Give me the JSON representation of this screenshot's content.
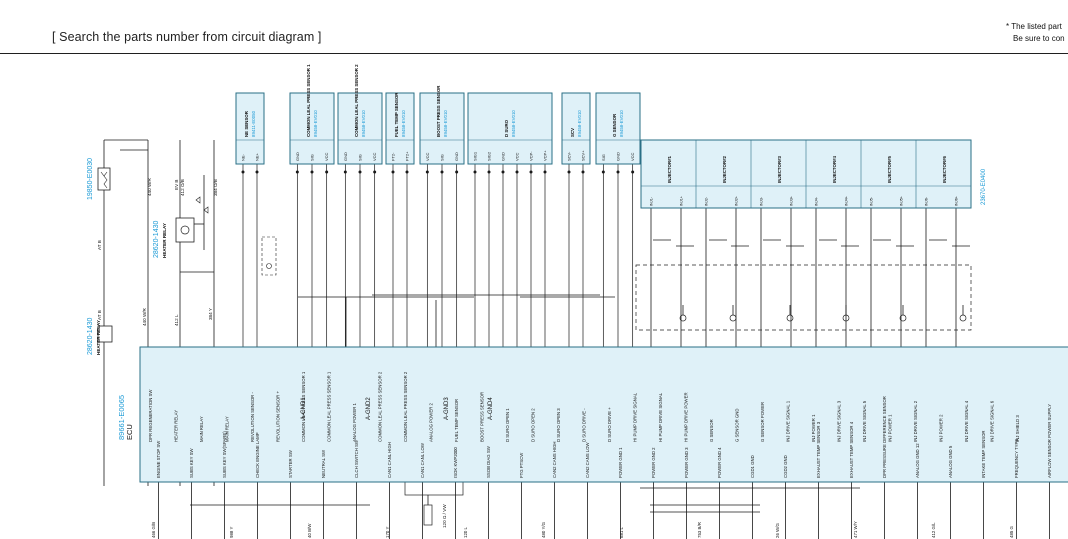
{
  "header": {
    "title": "[ Search the parts number from circuit diagram ]",
    "note_line1": "* The listed part",
    "note_line2": "Be sure to con"
  },
  "colors": {
    "box_fill": "#dff1f8",
    "box_stroke": "#2a6f86",
    "part_number": "#1a9ad6",
    "wire": "#1a1a1a"
  },
  "sensors": [
    {
      "id": "ne",
      "name": "NE SENSOR",
      "part": "89411-E0050",
      "pins": [
        "NE-",
        "NE+"
      ]
    },
    {
      "id": "cr1",
      "name": "COMMON LEAL PRESS SENSOR 1",
      "part": "89458-EV010",
      "pins": [
        "GND",
        "SIG",
        "VCC"
      ]
    },
    {
      "id": "cr2",
      "name": "COMMON LEAL PRESS SENSOR 2",
      "part": "89458-EV010",
      "pins": [
        "GND",
        "SIG",
        "VCC"
      ]
    },
    {
      "id": "fuel",
      "name": "FUEL TEMP SENSOR",
      "part": "89458-EV010",
      "pins": [
        "FT2-",
        "FT2+"
      ]
    },
    {
      "id": "boost",
      "name": "BOOST PRESS SENSOR",
      "part": "89458-EV010",
      "pins": [
        "VCC",
        "SIG",
        "GND"
      ]
    },
    {
      "id": "dsuro",
      "name": "D SURO",
      "part": "89458-EV010",
      "pins": [
        "SIG1",
        "SIG2",
        "GND",
        "VCC",
        "VCP-",
        "VCP+"
      ]
    },
    {
      "id": "scv",
      "name": "SCV",
      "part": "89458-EV010",
      "pins": [
        "SCV-",
        "SCV+"
      ]
    },
    {
      "id": "gsensor",
      "name": "G SENSOR",
      "part": "89458-EV010",
      "pins": [
        "SIG",
        "GND",
        "VCC"
      ]
    }
  ],
  "injectors": {
    "part": "23670-E0400",
    "items": [
      {
        "name": "INJECTOR#1",
        "pins": [
          "INJ1-",
          "INJ1+"
        ]
      },
      {
        "name": "INJECTOR#2",
        "pins": [
          "INJ2-",
          "INJ2+"
        ]
      },
      {
        "name": "INJECTOR#3",
        "pins": [
          "INJ3-",
          "INJ3+"
        ]
      },
      {
        "name": "INJECTOR#4",
        "pins": [
          "INJ4-",
          "INJ4+"
        ]
      },
      {
        "name": "INJECTOR#5",
        "pins": [
          "INJ5-",
          "INJ5+"
        ]
      },
      {
        "name": "INJECTOR#6",
        "pins": [
          "INJ6-",
          "INJ6+"
        ]
      }
    ]
  },
  "left_parts": {
    "fuse_part": "19850-E0030",
    "heater_relay_part": "28620-1430",
    "heater_relay_label": "HEATER RELAY",
    "glow_relay_part": "28620-1430",
    "glow_relay_label": "HEATER RELAY",
    "ecu_part": "89661-E0065",
    "ecu_label": "ECU",
    "wire_labels": [
      "AT B",
      "AT B",
      "440 W/R",
      "440 W/R",
      "412 L",
      "384 Y",
      "412 O/B",
      "384 O/B",
      "EV B"
    ]
  },
  "ecu_upper_pins": [
    "DPR REGENERATION SW",
    "HEATER RELAY",
    "MAIN RELAY",
    "MAIN RELAY",
    "REVOLUTION SENSOR -",
    "REVOLUTION SENSOR +",
    "COMMON LEAL PRESS SENSOR 1",
    "COMMON LEAL PRESS SENSOR 1",
    "ANALOG POWER 1",
    "COMMON LEAL PRESS SENSOR 2",
    "COMMON LEAL PRESS SENSOR 2",
    "ANALOG POWER 2",
    "FUEL TEMP SENSOR",
    "BOOST PRESS SENSOR",
    "D SURO OPEN 1",
    "D SURO OPEN 2",
    "D SURO OPEN 3",
    "D SURO DRIVE -",
    "D SURO DRIVE +",
    "HI PUMP DRIVE SIGNAL",
    "HI PUMP DRIVE SIGNAL",
    "HI PUMP DRIVE POWER",
    "G SENSOR",
    "G SENSOR GND",
    "G SENSOR POWER",
    "INJ DRIVE SIGNAL 1",
    "INJ POWER 1",
    "INJ DRIVE SIGNAL 3",
    "INJ DRIVE SIGNAL 5",
    "INJ POWER 1",
    "INJ DRIVE SIGNAL 2",
    "INJ POWER 2",
    "INJ DRIVE SIGNAL 4",
    "INJ DRIVE SIGNAL 6",
    "INJ SHIELD 3"
  ],
  "ecu_mid_labels": [
    "A-GND1",
    "A-GND2",
    "A-GND3",
    "A-GND4"
  ],
  "ecu_lower_pins": [
    "ENGINE STOP SW",
    "SUBS KEY SW",
    "SUBS KEY SW(SPARE)",
    "CHECK ENGINE LAMP",
    "STARTER SW",
    "NEUTRAL SW",
    "CLCH SWITCH SW",
    "CAN1 CANL HIGH",
    "CAN1 CANL LOW",
    "ISOK KWP2000",
    "SSOB DIAG SW",
    "FTG PTSCW",
    "CAN2 CANS HIGH",
    "CAN2 CANS LOW",
    "POWER GND 1",
    "POWER GND 2",
    "POWER GND 3",
    "POWER GND 4",
    "CGD1 GND",
    "CGD2 GND",
    "EXHAUST TEMP SENSOR 3",
    "EXHAUST TEMP SENSOR 4",
    "DPR PRESSURE DIFFERENCE SENSOR",
    "ANALOG GND 12",
    "ANALOG GND 5",
    "INTAKE TEMP SENSOR",
    "FREQUENCY TYPE",
    "AIRFLOW SENSOR POWER SUPPLY"
  ],
  "ecu_bottom_wires": [
    "466 G/B",
    "988 Y",
    "40 B/W",
    "170 Y",
    "120 L",
    "480 Y/G",
    "681 L",
    "753 B/R",
    "26 W/G",
    "471 W/Y",
    "412 G/L",
    "485 G"
  ],
  "resistor_label": "120 Ω / VW"
}
